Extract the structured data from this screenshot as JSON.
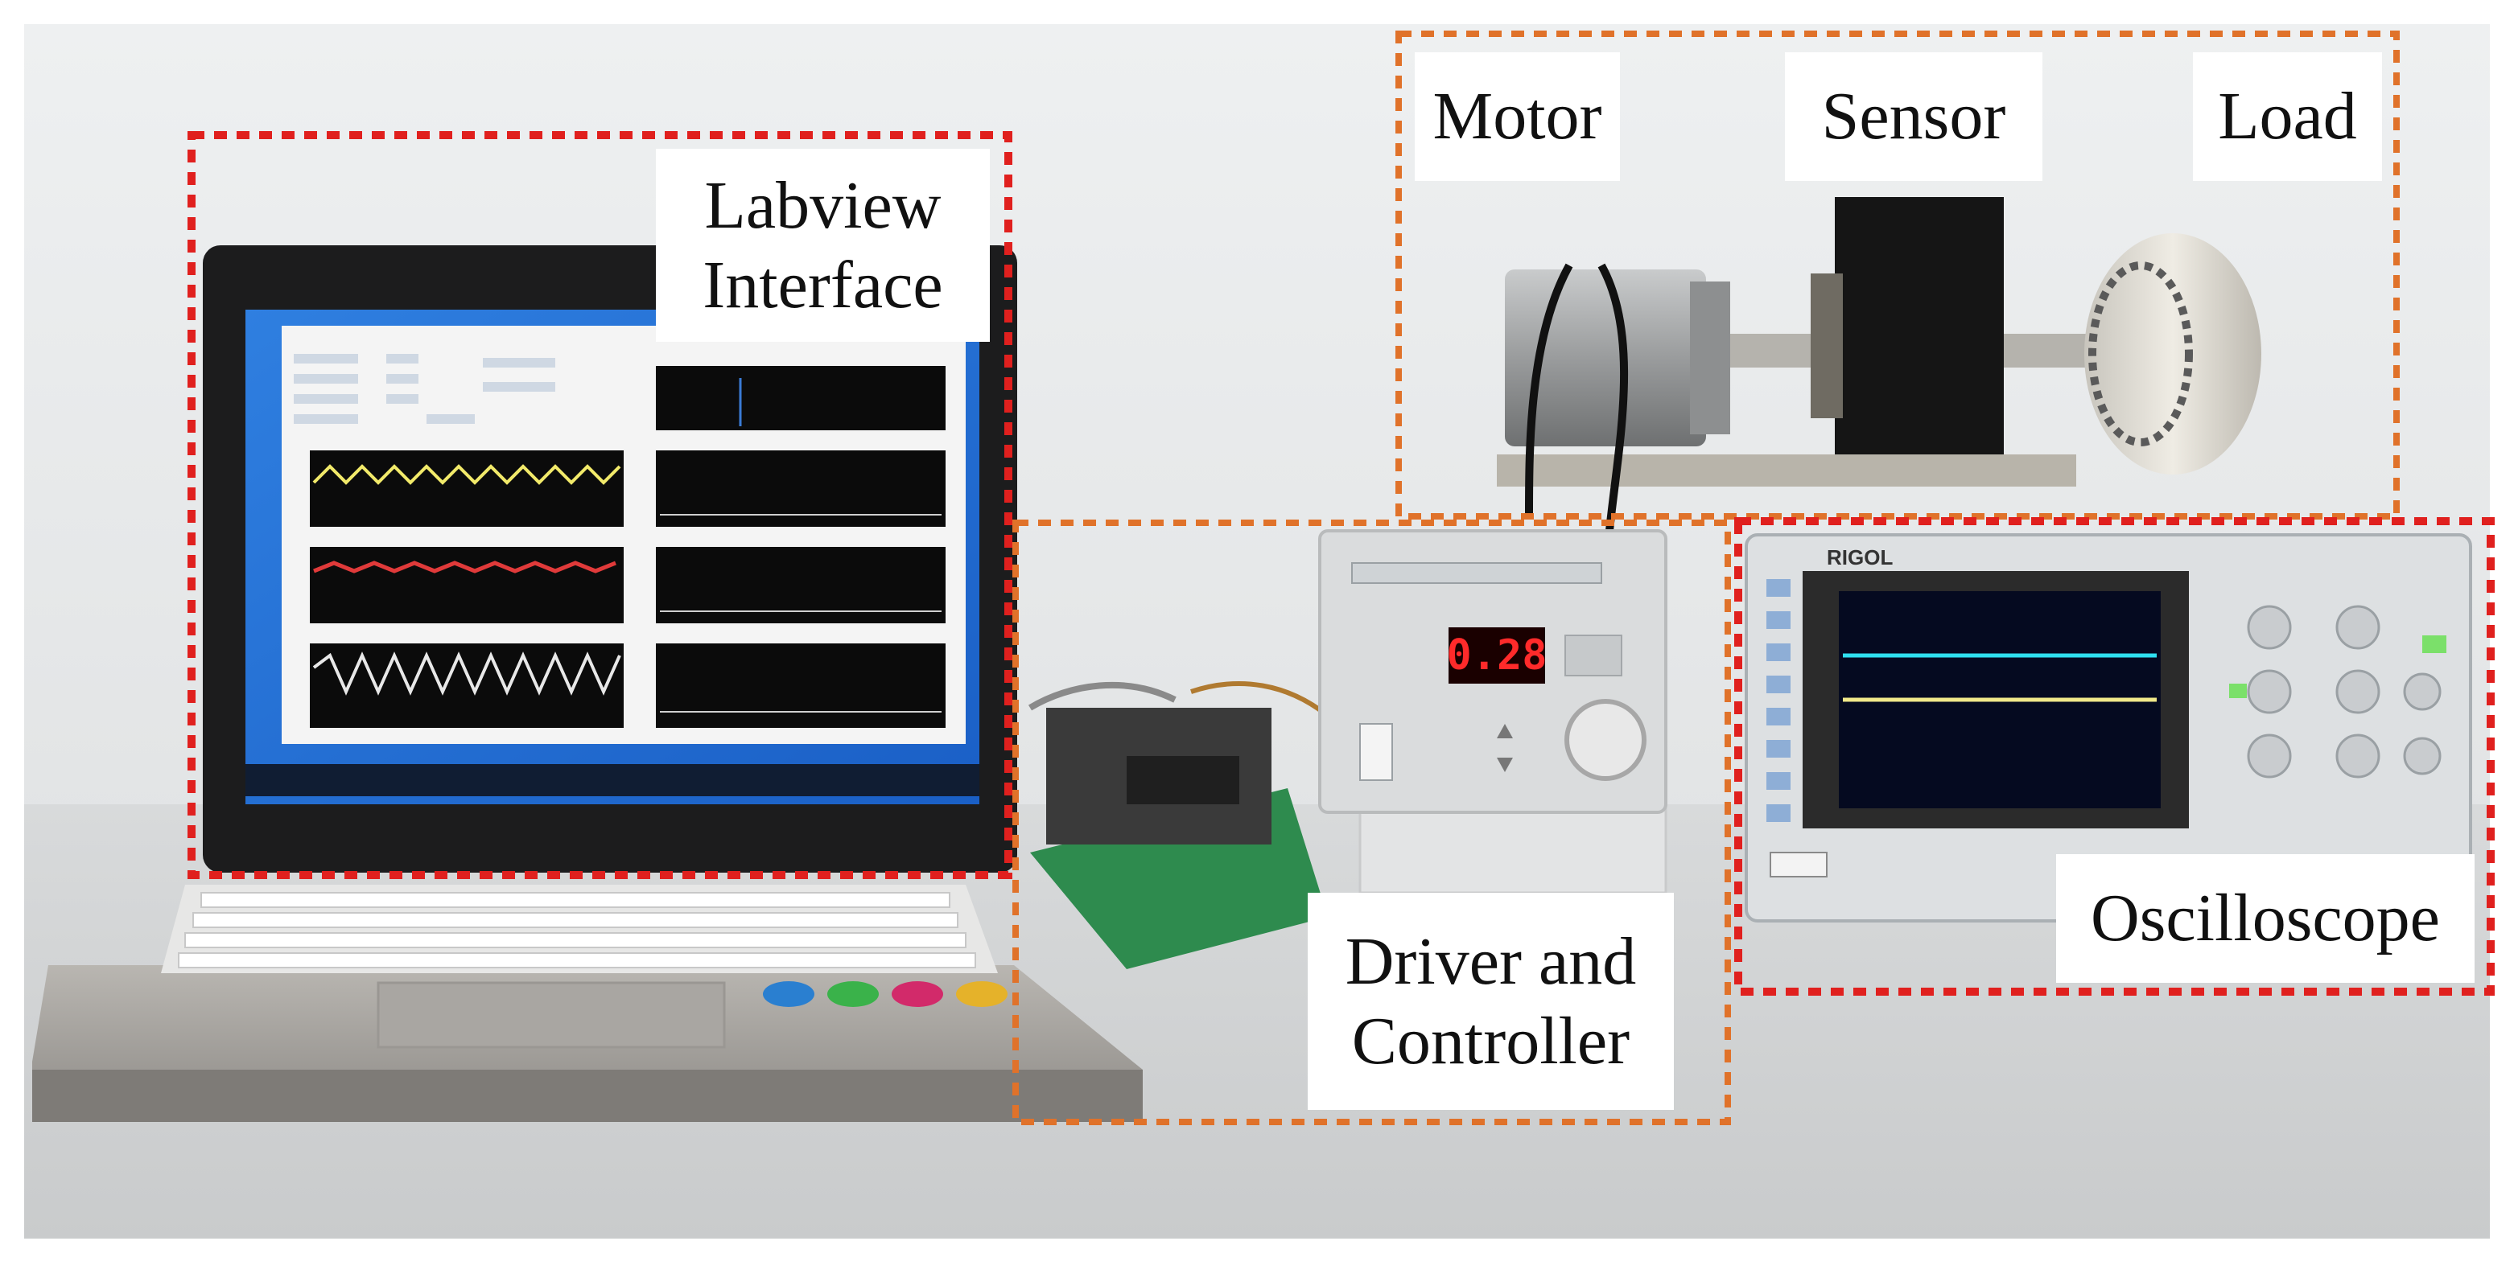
{
  "labels": {
    "motor": "Motor",
    "sensor": "Sensor",
    "load": "Load",
    "labview_line1": "Labview",
    "labview_line2": "Interface",
    "driver_line1": "Driver and",
    "driver_line2": "Controller",
    "oscilloscope": "Oscilloscope"
  },
  "display": {
    "controller_readout": "0.28",
    "oscilloscope_brand": "RIGOL"
  },
  "colors": {
    "red_dashed_frame": "#e0201e",
    "orange_dashed_frame": "#e0722a",
    "wall": "#e9ebec",
    "table": "#dcdedf"
  }
}
